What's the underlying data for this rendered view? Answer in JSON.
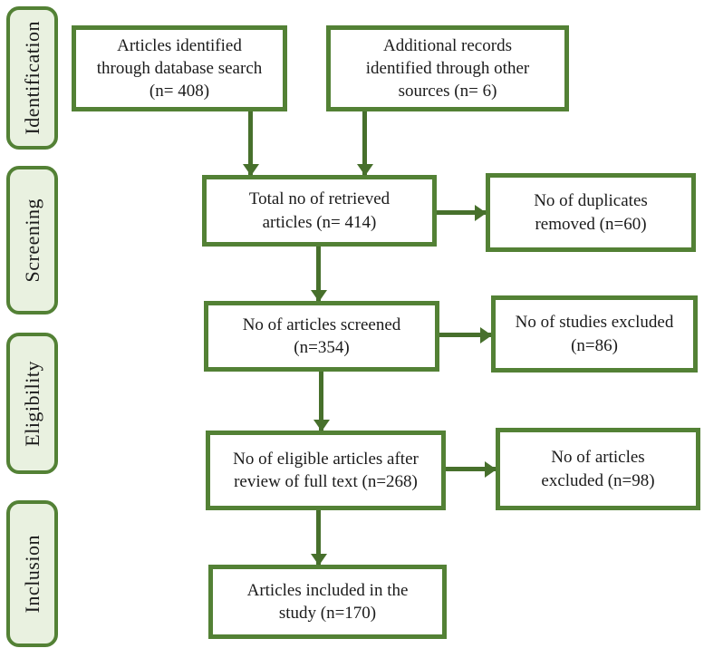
{
  "theme": {
    "box_border": "#538135",
    "arrow": "#47702c",
    "stage_fill": "#e9f1e0",
    "stage_border": "#538135",
    "text": "#1b1b1b",
    "background": "#ffffff"
  },
  "stages": [
    "Identification",
    "Screening",
    "Eligibility",
    "Inclusion"
  ],
  "boxes": {
    "identified": [
      "Articles identified",
      "through database search",
      "(n= 408)"
    ],
    "additional": [
      "Additional records",
      "identified through other",
      "sources (n= 6)"
    ],
    "retrieved": [
      "Total no of retrieved",
      "articles (n= 414)"
    ],
    "duplicates": [
      "No of duplicates",
      "removed (n=60)"
    ],
    "screened": [
      "No of articles screened",
      "(n=354)"
    ],
    "studies_excluded": [
      "No of studies excluded",
      "(n=86)"
    ],
    "eligible": [
      "No of eligible articles after",
      "review of full text (n=268)"
    ],
    "articles_excluded": [
      "No of articles",
      "excluded (n=98)"
    ],
    "included": [
      "Articles included in the",
      "study (n=170)"
    ]
  }
}
